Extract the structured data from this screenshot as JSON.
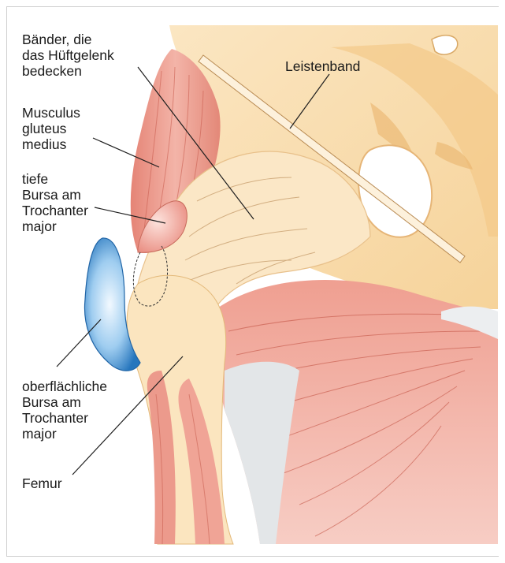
{
  "figure": {
    "colors": {
      "bone": "#f8dcaa",
      "bone_light": "#fbe9c8",
      "bone_shadow": "#f2c27a",
      "muscle": "#ec9a8c",
      "muscle_dark": "#d6695c",
      "muscle_light": "#f6c3b8",
      "tendon": "#dfe2e4",
      "bursa_superficial": "#2d83c6",
      "bursa_superficial_light": "#d6ecfa",
      "bursa_deep": "#f2aaa0",
      "line": "#1e1e1e"
    },
    "labels": {
      "ligaments": [
        "Bänder, die",
        "das Hüftgelenk",
        "bedecken"
      ],
      "gluteus_medius": [
        "Musculus",
        "gluteus",
        "medius"
      ],
      "deep_bursa": [
        "tiefe",
        "Bursa am",
        "Trochanter",
        "major"
      ],
      "inguinal_ligament": [
        "Leistenband"
      ],
      "superficial_bursa": [
        "oberflächliche",
        "Bursa am",
        "Trochanter",
        "major"
      ],
      "femur": [
        "Femur"
      ]
    }
  }
}
